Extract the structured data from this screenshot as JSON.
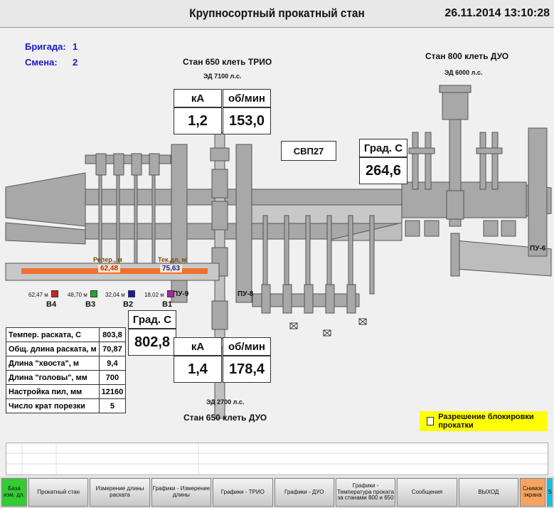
{
  "header": {
    "title": "Крупносортный прокатный стан",
    "datetime": "26.11.2014   13:10:28"
  },
  "crew": {
    "brigade_label": "Бригада:",
    "brigade_value": "1",
    "shift_label": "Смена:",
    "shift_value": "2"
  },
  "stand_trio": {
    "title": "Стан 650 клеть ТРИО",
    "motor": "ЭД 7100 л.с.",
    "ka_label": "кА",
    "rpm_label": "об/мин",
    "ka_value": "1,2",
    "rpm_value": "153,0"
  },
  "stand_duo800": {
    "title": "Стан 800 клеть ДУО",
    "motor": "ЭД 6000 л.с."
  },
  "stand_duo650": {
    "title": "Стан 650 клеть ДУО",
    "motor": "ЭД 2700 л.с.",
    "ka_label": "кА",
    "rpm_label": "об/мин",
    "ka_value": "1,4",
    "rpm_value": "178,4"
  },
  "svp": "СВП27",
  "temp_right": {
    "label": "Град. С",
    "value": "264,6"
  },
  "temp_left": {
    "label": "Град. С",
    "value": "802,8"
  },
  "pu_labels": {
    "pu9": "ПУ-9",
    "pu8": "ПУ-8",
    "pu6": "ПУ-6"
  },
  "roller": {
    "ref_label": "Репер., м",
    "ref_value": "62,48",
    "cur_label": "Тек.дл, м",
    "cur_value": "75,63",
    "sensors": [
      {
        "value": "62,47 м",
        "name": "B4",
        "color": "#cc2222"
      },
      {
        "value": "48,70 м",
        "name": "B3",
        "color": "#22aa22"
      },
      {
        "value": "32,04 м",
        "name": "B2",
        "color": "#1a1aaa"
      },
      {
        "value": "18,02 м",
        "name": "B1",
        "color": "#aa22aa"
      }
    ]
  },
  "params": [
    {
      "label": "Темпер. раската, С",
      "value": "803,8"
    },
    {
      "label": "Общ. длина раската, м",
      "value": "70,87"
    },
    {
      "label": "Длина \"хвоста\", м",
      "value": "9,4"
    },
    {
      "label": "Длина \"головы\", мм",
      "value": "700"
    },
    {
      "label": "Настройка пил, мм",
      "value": "12160"
    },
    {
      "label": "Число крат порезки",
      "value": "5"
    }
  ],
  "permit_label": "Разрешение блокировки прокатки",
  "footer": [
    "База изм. дл.",
    "Прокатный стан",
    "Измерение длины раската",
    "Графики - Измерение длины",
    "Графики - ТРИО",
    "Графики - ДУО",
    "Графики - Температура проката за станами 800 и 650",
    "Сообщения",
    "ВЫХОД",
    "Снимок экрана",
    "S"
  ],
  "colors": {
    "accent_blue": "#1a1ac8",
    "bar_orange": "#f07030",
    "permit_yellow": "#ffff00",
    "base_green": "#33cc33",
    "snapshot_orange": "#f4a460",
    "equipment_gray": "#a0a0a0"
  }
}
